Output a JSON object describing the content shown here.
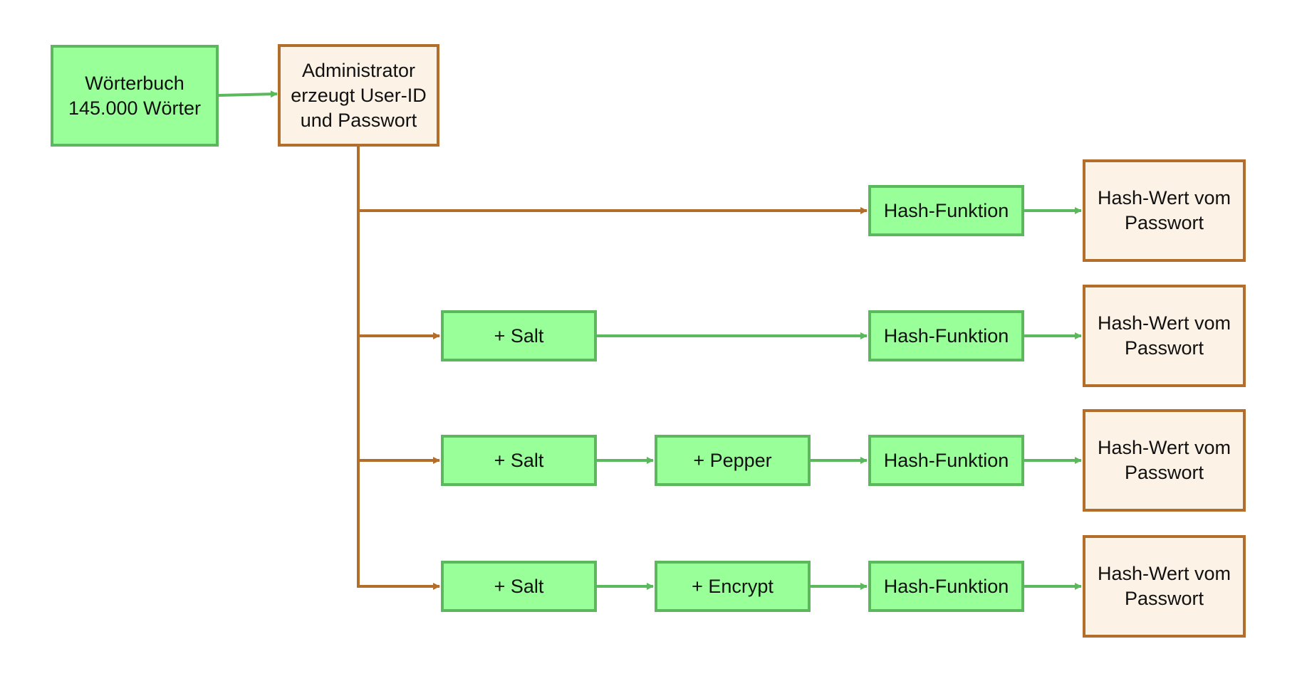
{
  "colors": {
    "green_fill": "#99ff99",
    "green_border": "#5cb85c",
    "orange_fill": "#fdf2e6",
    "orange_border": "#b46e2c"
  },
  "dictionary": {
    "label": "Wörterbuch\n145.000 Wörter"
  },
  "admin": {
    "label": "Administrator\nerzeugt User-ID\nund Passwort"
  },
  "rows": [
    {
      "hash_label": "Hash-Funktion",
      "result_label": "Hash-Wert vom\nPasswort"
    },
    {
      "salt_label": "+ Salt",
      "hash_label": "Hash-Funktion",
      "result_label": "Hash-Wert vom\nPasswort"
    },
    {
      "salt_label": "+ Salt",
      "extra_label": "+ Pepper",
      "hash_label": "Hash-Funktion",
      "result_label": "Hash-Wert vom\nPasswort"
    },
    {
      "salt_label": "+ Salt",
      "extra_label": "+ Encrypt",
      "hash_label": "Hash-Funktion",
      "result_label": "Hash-Wert vom\nPasswort"
    }
  ]
}
